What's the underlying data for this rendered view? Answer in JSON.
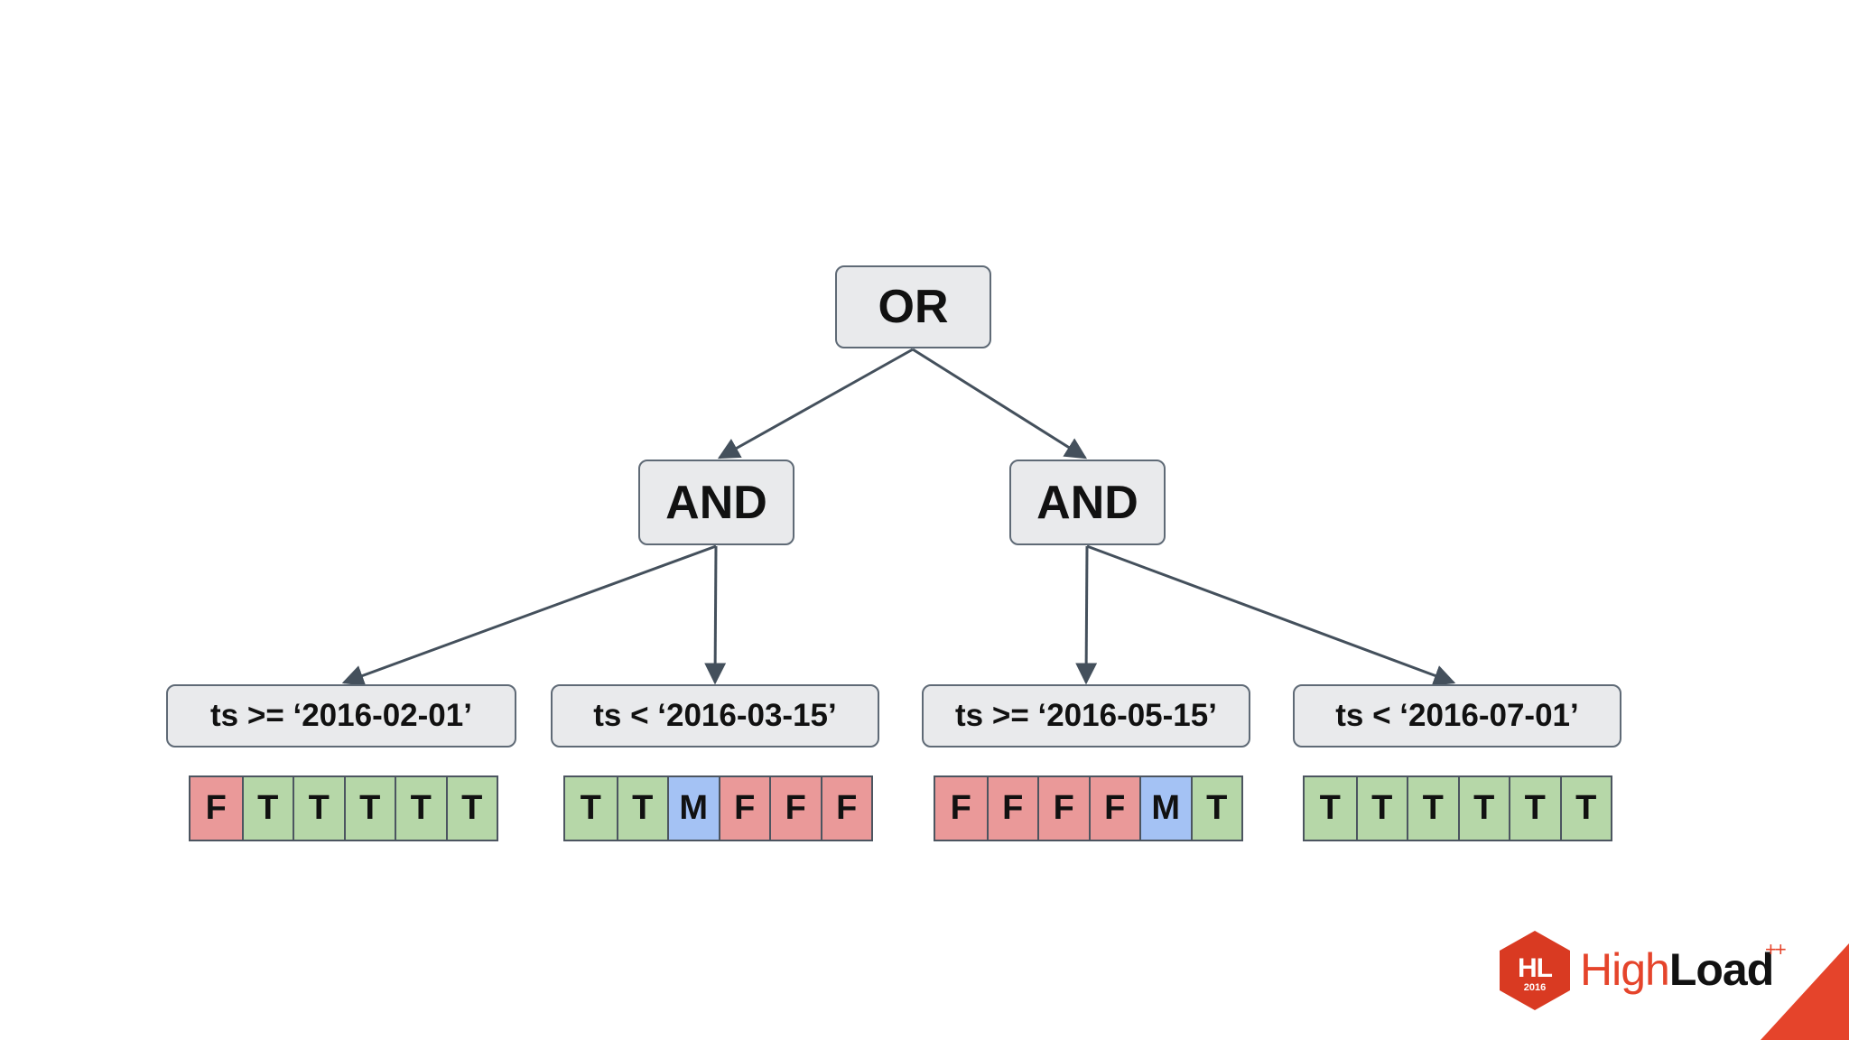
{
  "diagram": {
    "root": {
      "label": "OR"
    },
    "and_nodes": [
      {
        "label": "AND"
      },
      {
        "label": "AND"
      }
    ],
    "conditions": [
      {
        "label": "ts >= ‘2016-02-01’",
        "values": [
          "F",
          "T",
          "T",
          "T",
          "T",
          "T"
        ]
      },
      {
        "label": "ts < ‘2016-03-15’",
        "values": [
          "T",
          "T",
          "M",
          "F",
          "F",
          "F"
        ]
      },
      {
        "label": "ts >= ‘2016-05-15’",
        "values": [
          "F",
          "F",
          "F",
          "F",
          "M",
          "T"
        ]
      },
      {
        "label": "ts < ‘2016-07-01’",
        "values": [
          "T",
          "T",
          "T",
          "T",
          "T",
          "T"
        ]
      }
    ],
    "value_colors": {
      "T": "#b6d7a8",
      "F": "#ea9999",
      "M": "#a4c2f4"
    },
    "node_fill": "#e9eaec",
    "edge_color": "#44505c"
  },
  "logo": {
    "badge": "HL",
    "year": "2016",
    "word_light": "High",
    "word_bold": "Load",
    "superscript": "++",
    "accent": "#e5442b"
  }
}
